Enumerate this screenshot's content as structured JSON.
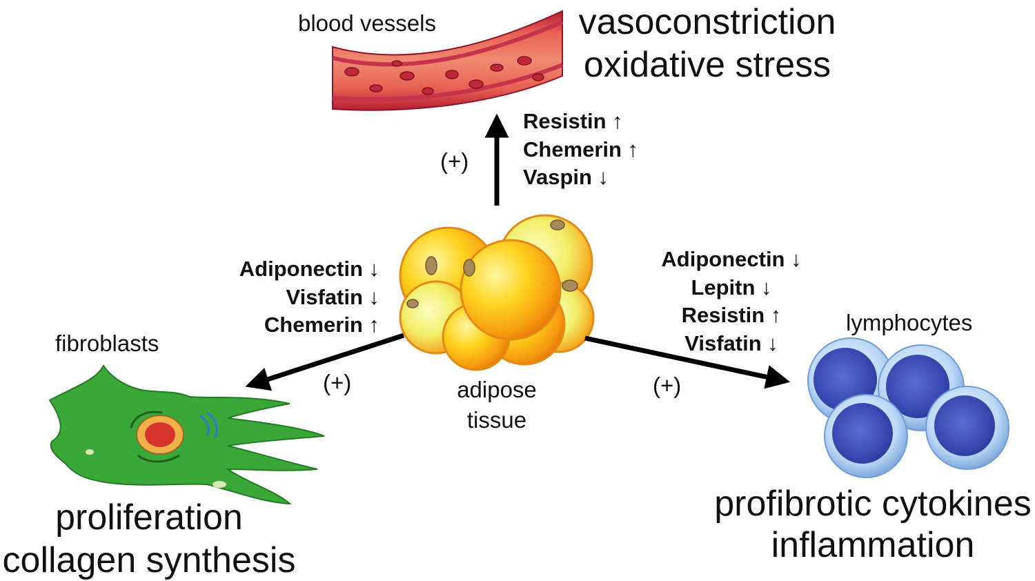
{
  "top": {
    "label": "blood vessels",
    "effects": [
      "vasoconstriction",
      "oxidative stress"
    ],
    "sign": "(+)",
    "markers": [
      "Resistin ↑",
      "Chemerin ↑",
      "Vaspin ↓"
    ]
  },
  "center": {
    "label_line1": "adipose",
    "label_line2": "tissue"
  },
  "left": {
    "label": "fibroblasts",
    "effects": [
      "proliferation",
      "collagen synthesis"
    ],
    "sign": "(+)",
    "markers": [
      "Adiponectin ↓",
      "Visfatin ↓",
      "Chemerin ↑"
    ]
  },
  "right": {
    "label": "lymphocytes",
    "effects": [
      "profibrotic cytokines",
      "inflammation"
    ],
    "sign": "(+)",
    "markers": [
      "Adiponectin ↓",
      "Lepitn ↓",
      "Resistin ↑",
      "Visfatin ↓"
    ]
  },
  "colors": {
    "vessel_outer": "#c2243a",
    "vessel_inner": "#e86a5a",
    "fat_cell": "#f7c21e",
    "fibroblast": "#3aa838",
    "lymphocyte": "#6f9cd8",
    "arrow": "#000000"
  }
}
